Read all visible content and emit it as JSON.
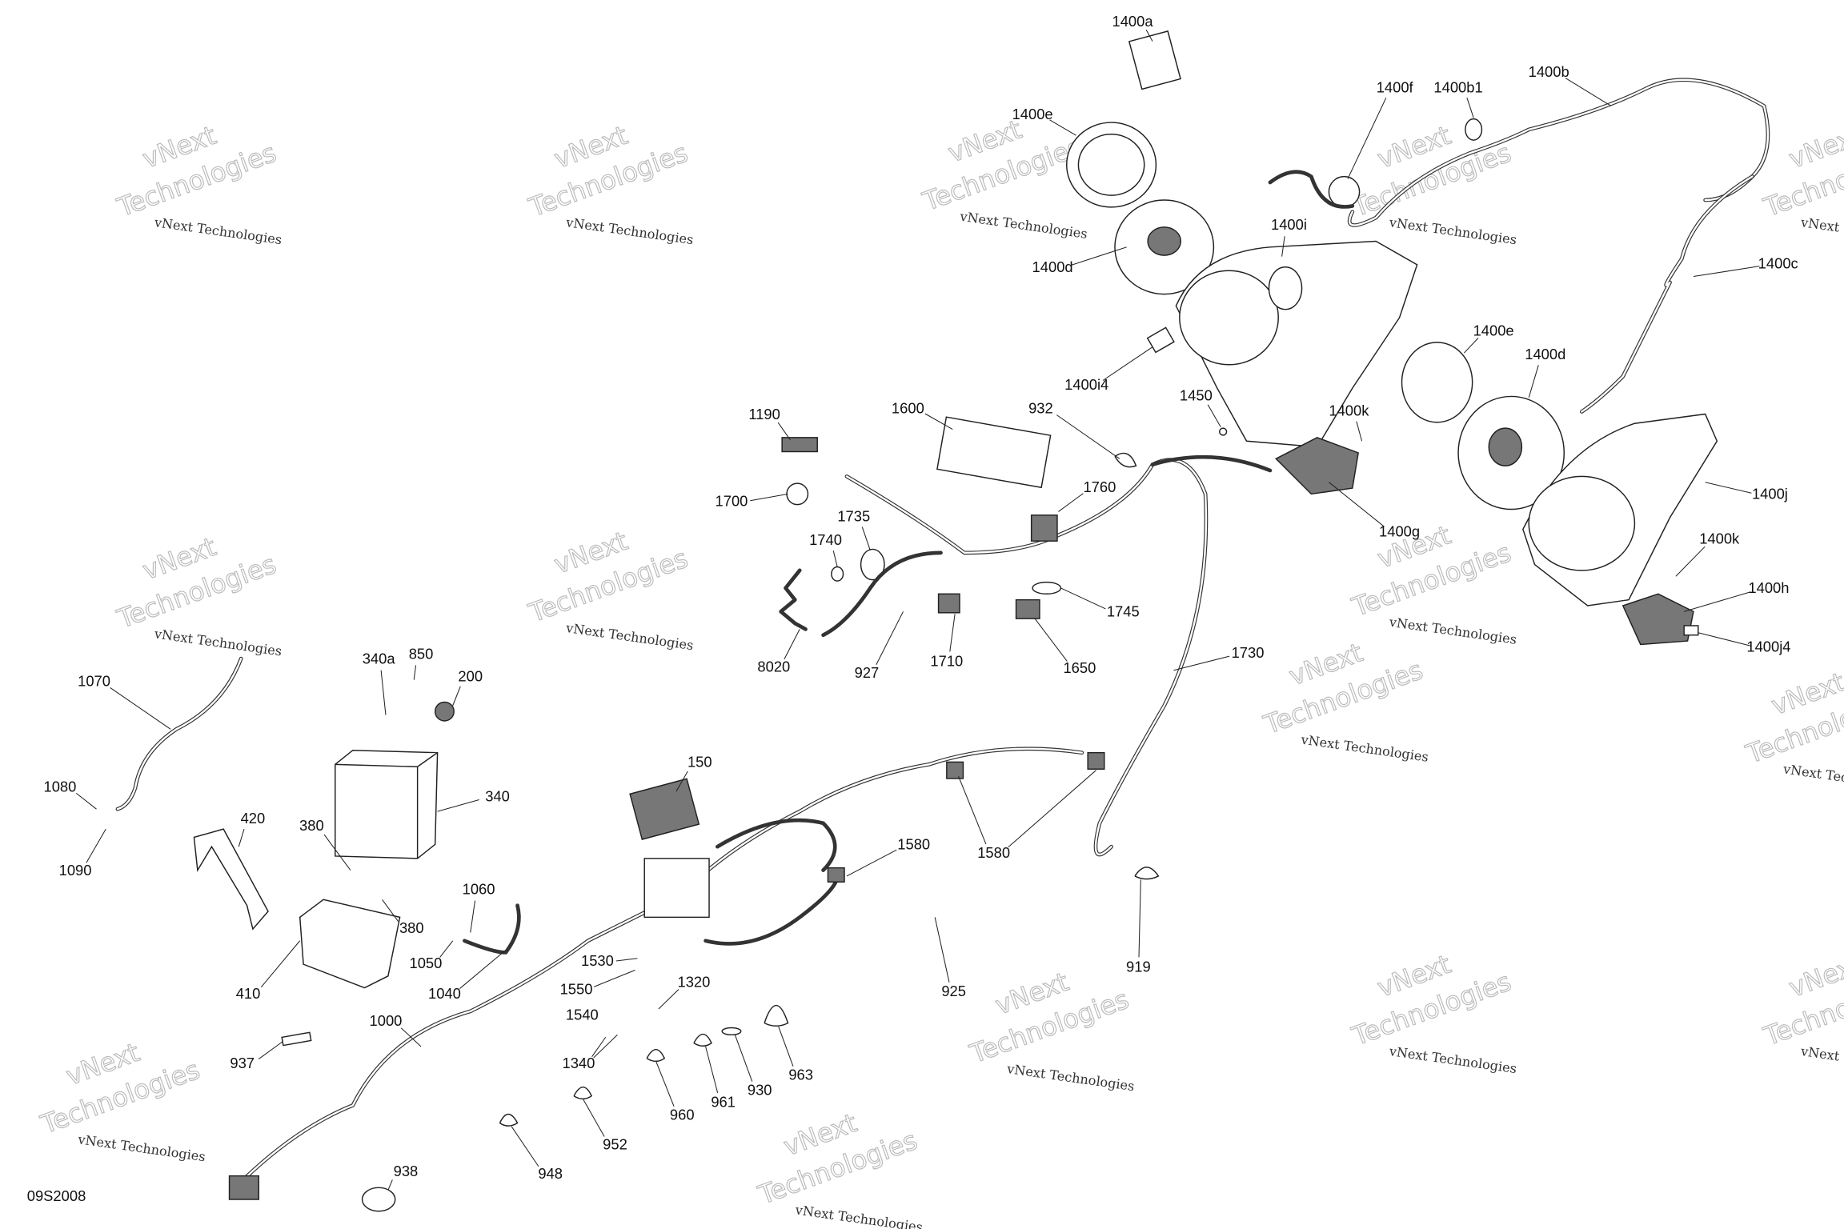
{
  "diagram_code": "09S2008",
  "watermark": {
    "line1": "vNext",
    "line2": "Technologies",
    "small": "vNext Technologies"
  },
  "labels": {
    "l1400a": "1400a",
    "l1400e_a": "1400e",
    "l1400f": "1400f",
    "l1400b1": "1400b1",
    "l1400b": "1400b",
    "l1400d_a": "1400d",
    "l1400i": "1400i",
    "l1400c": "1400c",
    "l1400i4": "1400i4",
    "l1450": "1450",
    "l1400k_a": "1400k",
    "l1400e_b": "1400e",
    "l1400d_b": "1400d",
    "l1400j": "1400j",
    "l1400g": "1400g",
    "l1400k_b": "1400k",
    "l1400h": "1400h",
    "l1400j4": "1400j4",
    "l1190": "1190",
    "l1600": "1600",
    "l932": "932",
    "l1700": "1700",
    "l1735": "1735",
    "l1760": "1760",
    "l1740": "1740",
    "l1745": "1745",
    "l8020": "8020",
    "l927": "927",
    "l1710": "1710",
    "l1650": "1650",
    "l1730": "1730",
    "l1070": "1070",
    "l340a": "340a",
    "l850": "850",
    "l200": "200",
    "l1080": "1080",
    "l1090": "1090",
    "l420": "420",
    "l340": "340",
    "l380_a": "380",
    "l150": "150",
    "l1580_a": "1580",
    "l1580_b": "1580",
    "l1060": "1060",
    "l380_b": "380",
    "l1050": "1050",
    "l1040": "1040",
    "l410": "410",
    "l919": "919",
    "l925": "925",
    "l1530": "1530",
    "l1550": "1550",
    "l1320": "1320",
    "l1540": "1540",
    "l1340": "1340",
    "l1000": "1000",
    "l937": "937",
    "l963": "963",
    "l930": "930",
    "l961": "961",
    "l960": "960",
    "l952": "952",
    "l948": "948",
    "l938": "938"
  }
}
